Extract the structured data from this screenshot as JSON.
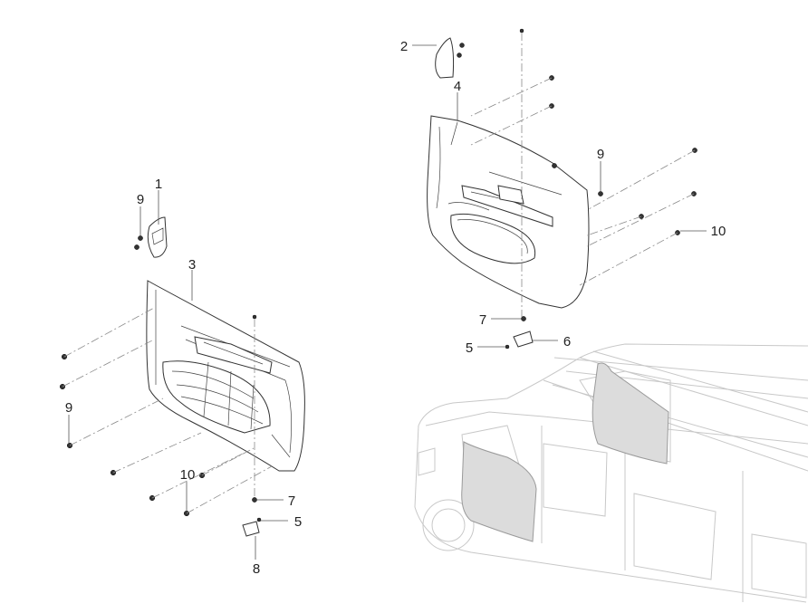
{
  "callouts": {
    "c1": "1",
    "c2": "2",
    "c3": "3",
    "c4": "4",
    "c5a": "5",
    "c5b": "5",
    "c6": "6",
    "c7a": "7",
    "c7b": "7",
    "c8": "8",
    "c9a": "9",
    "c9b": "9",
    "c9c": "9",
    "c10a": "10",
    "c10b": "10"
  },
  "colors": {
    "line": "#333333",
    "ghost_vehicle": "#c8c8c8",
    "trim_panel_fill": "#dcdcdc"
  }
}
